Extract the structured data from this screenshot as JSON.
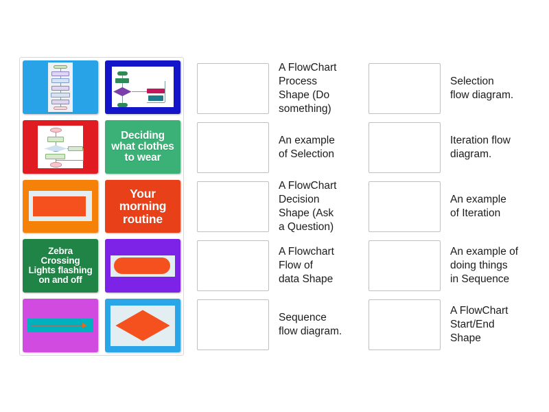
{
  "activity": {
    "type": "match-up drag and drop",
    "tray_label": "Draggable answer tiles"
  },
  "tiles": [
    {
      "id": "tile-1",
      "kind": "image",
      "caption": "",
      "bg": "#28a3e8",
      "description": "Sequence flow diagram thumbnail on blue background"
    },
    {
      "id": "tile-2",
      "kind": "image",
      "caption": "",
      "bg": "#1414c8",
      "description": "Selection flow diagram thumbnail on navy blue background"
    },
    {
      "id": "tile-3",
      "kind": "image",
      "caption": "",
      "bg": "#e01b22",
      "description": "Iteration flow diagram thumbnail on red background"
    },
    {
      "id": "tile-4",
      "kind": "text",
      "caption": "Deciding\nwhat clothes\nto wear",
      "bg": "#3bb077",
      "description": "Green text tile"
    },
    {
      "id": "tile-5",
      "kind": "image",
      "caption": "",
      "bg": "#f58108",
      "description": "Flowchart process rectangle shape on orange background"
    },
    {
      "id": "tile-6",
      "kind": "text",
      "caption": "Your\nmorning\nroutine",
      "bg": "#e8411a",
      "description": "Dark orange text tile"
    },
    {
      "id": "tile-7",
      "kind": "text",
      "caption": "Zebra\nCrossing\nLights flashing\non and off",
      "bg": "#1f8445",
      "description": "Dark green text tile"
    },
    {
      "id": "tile-8",
      "kind": "image",
      "caption": "",
      "bg": "#7d23e8",
      "description": "Flowchart start/end rounded shape on purple background"
    },
    {
      "id": "tile-9",
      "kind": "image",
      "caption": "",
      "bg": "#d24be0",
      "description": "Flowchart flow of data arrow shape on magenta background"
    },
    {
      "id": "tile-10",
      "kind": "image",
      "caption": "",
      "bg": "#2aa5e8",
      "description": "Flowchart decision diamond shape on sky blue background"
    }
  ],
  "answers": {
    "column_1": [
      {
        "id": "drop-1",
        "label": "A FlowChart\nProcess\nShape (Do\nsomething)"
      },
      {
        "id": "drop-2",
        "label": "An example\nof Selection"
      },
      {
        "id": "drop-3",
        "label": "A FlowChart\nDecision\nShape (Ask\na Question)"
      },
      {
        "id": "drop-4",
        "label": "A Flowchart\nFlow of\ndata Shape"
      },
      {
        "id": "drop-5",
        "label": "Sequence\nflow diagram."
      }
    ],
    "column_2": [
      {
        "id": "drop-6",
        "label": "Selection\nflow diagram."
      },
      {
        "id": "drop-7",
        "label": "Iteration flow\ndiagram."
      },
      {
        "id": "drop-8",
        "label": "An example\nof Iteration"
      },
      {
        "id": "drop-9",
        "label": "An example of\ndoing things\nin Sequence"
      },
      {
        "id": "drop-10",
        "label": "A FlowChart\nStart/End\nShape"
      }
    ]
  },
  "colors": {
    "page_background": "#ffffff",
    "tray_border": "#d7d7d7",
    "drop_zone_border": "#bfbfbf",
    "answer_text": "#1b1b1b",
    "shape_orange": "#f4511e",
    "shape_teal": "#00b0bd"
  }
}
